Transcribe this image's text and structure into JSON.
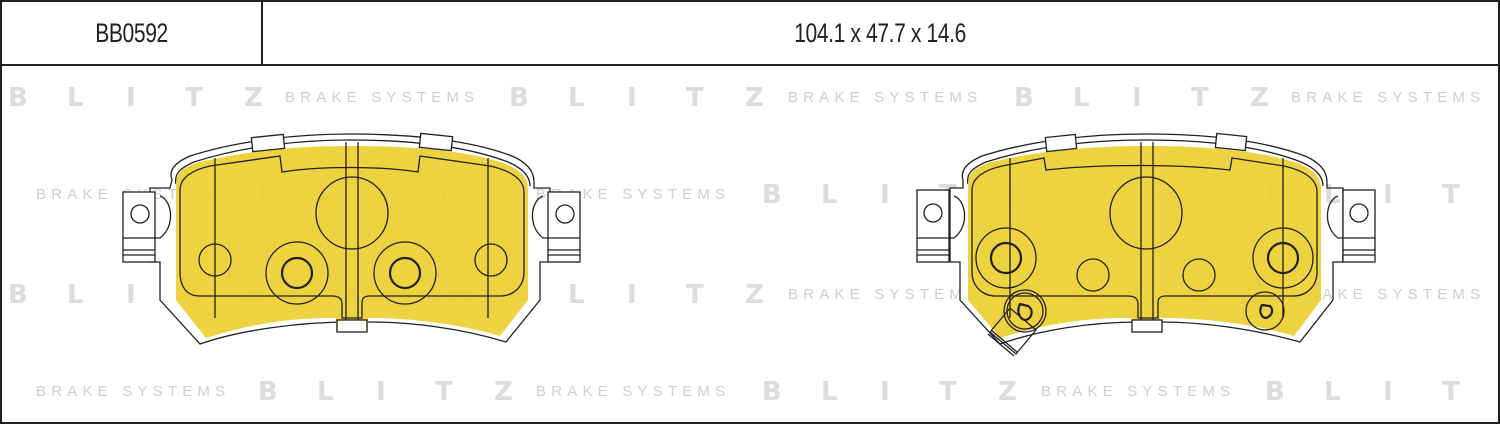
{
  "header": {
    "part_number": "BB0592",
    "dimensions": "104.1 x 47.7 x 14.6"
  },
  "watermark": {
    "brand_letters": [
      "B",
      "L",
      "I",
      "T",
      "Z"
    ],
    "tagline": "BRAKE SYSTEMS"
  },
  "drawing": {
    "pad_count": 2,
    "pad_color": "#ecd031",
    "line_color": "#231f20",
    "pads": [
      {
        "name": "left-pad",
        "features": [
          "mounting-clip-left",
          "mounting-clip-right",
          "center-slot",
          "piston-circle",
          "pin-holes-2",
          "side-holes-2"
        ]
      },
      {
        "name": "right-pad",
        "features": [
          "mounting-clip-left",
          "mounting-clip-right",
          "center-slot",
          "piston-circle",
          "pin-holes-2",
          "small-holes-2",
          "wear-indicator-sensor"
        ]
      }
    ]
  }
}
